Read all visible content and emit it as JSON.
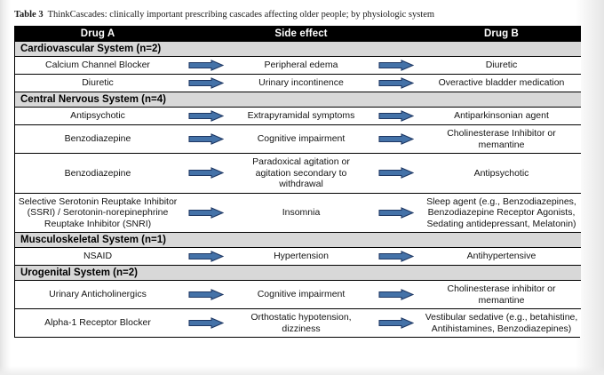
{
  "caption": {
    "label": "Table 3",
    "text": "ThinkCascades: clinically important prescribing cascades affecting older people; by physiologic system"
  },
  "colors": {
    "header_bg": "#000000",
    "header_text": "#ffffff",
    "section_bg": "#d8d8d8",
    "arrow_fill": "#4472a8",
    "arrow_stroke": "#1f3864",
    "border": "#000000",
    "page_bg": "#ffffff"
  },
  "table": {
    "headers": {
      "drug_a": "Drug A",
      "side_effect": "Side effect",
      "drug_b": "Drug B"
    },
    "arrow_icon": "right-block-arrow",
    "sections": [
      {
        "title": "Cardiovascular System (n=2)",
        "rows": [
          {
            "drug_a": "Calcium Channel Blocker",
            "side_effect": "Peripheral edema",
            "drug_b": "Diuretic"
          },
          {
            "drug_a": "Diuretic",
            "side_effect": "Urinary incontinence",
            "drug_b": "Overactive bladder medication"
          }
        ]
      },
      {
        "title": "Central Nervous System (n=4)",
        "rows": [
          {
            "drug_a": "Antipsychotic",
            "side_effect": "Extrapyramidal symptoms",
            "drug_b": "Antiparkinsonian agent"
          },
          {
            "drug_a": "Benzodiazepine",
            "side_effect": "Cognitive impairment",
            "drug_b": "Cholinesterase Inhibitor or memantine"
          },
          {
            "drug_a": "Benzodiazepine",
            "side_effect": "Paradoxical agitation or agitation secondary to withdrawal",
            "drug_b": "Antipsychotic"
          },
          {
            "drug_a": "Selective Serotonin Reuptake Inhibitor (SSRI) / Serotonin-norepinephrine Reuptake Inhibitor (SNRI)",
            "side_effect": "Insomnia",
            "drug_b": "Sleep agent (e.g., Benzodiazepines, Benzodiazepine Receptor Agonists, Sedating antidepressant, Melatonin)"
          }
        ]
      },
      {
        "title": "Musculoskeletal System (n=1)",
        "rows": [
          {
            "drug_a": "NSAID",
            "side_effect": "Hypertension",
            "drug_b": "Antihypertensive"
          }
        ]
      },
      {
        "title": "Urogenital System (n=2)",
        "rows": [
          {
            "drug_a": "Urinary Anticholinergics",
            "side_effect": "Cognitive impairment",
            "drug_b": "Cholinesterase inhibitor or memantine"
          },
          {
            "drug_a": "Alpha-1 Receptor Blocker",
            "side_effect": "Orthostatic hypotension, dizziness",
            "drug_b": "Vestibular sedative (e.g., betahistine, Antihistamines, Benzodiazepines)"
          }
        ]
      }
    ]
  },
  "footnote_ghost": " "
}
